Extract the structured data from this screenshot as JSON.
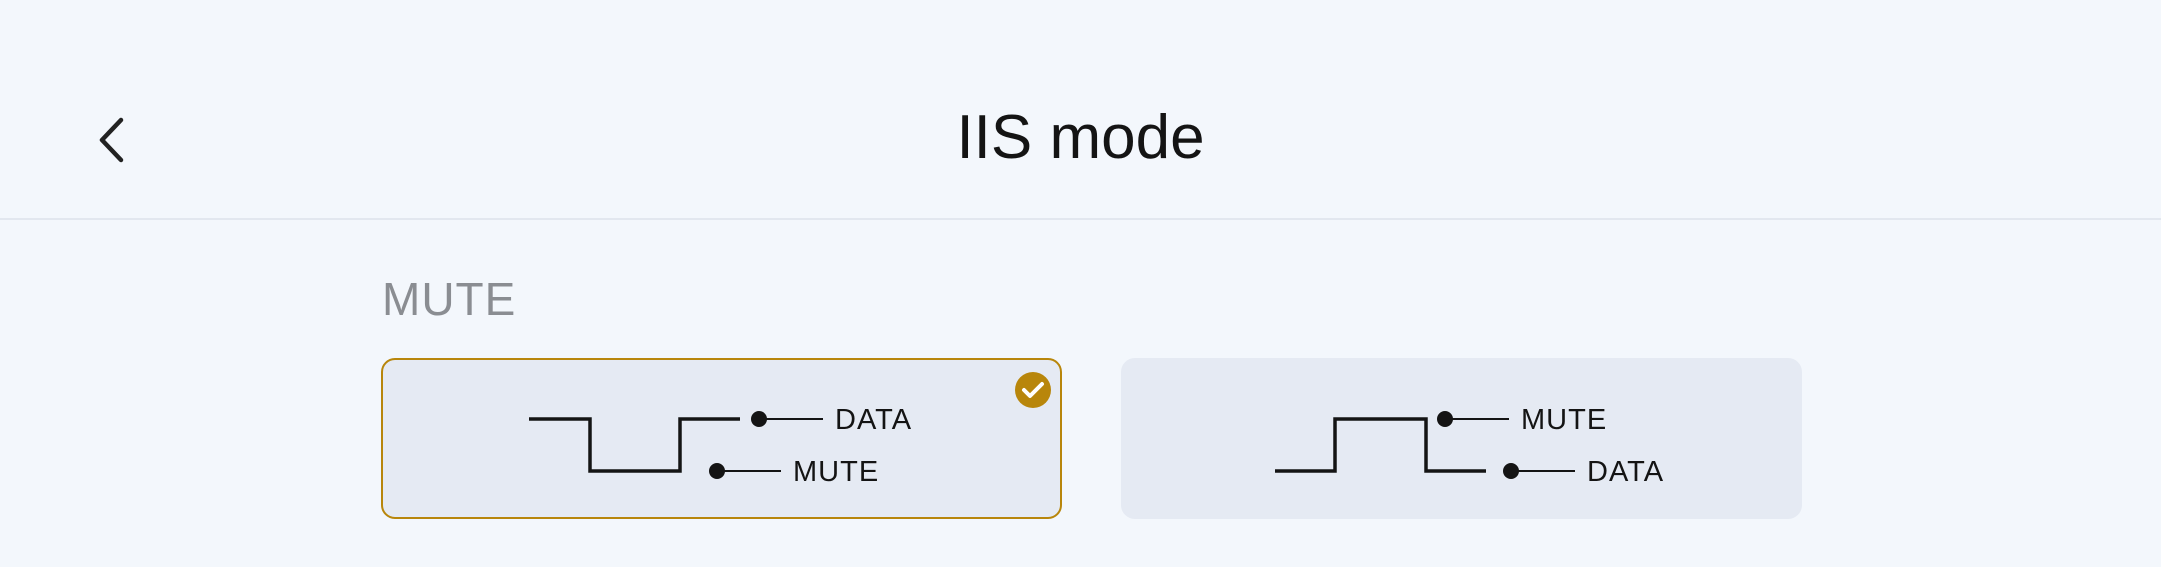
{
  "header": {
    "title": "IIS mode",
    "back_icon": "chevron-left-icon"
  },
  "section": {
    "label": "MUTE"
  },
  "options": [
    {
      "selected": true,
      "top_label": "DATA",
      "bottom_label": "MUTE"
    },
    {
      "selected": false,
      "top_label": "MUTE",
      "bottom_label": "DATA"
    }
  ],
  "colors": {
    "accent": "#b8860b",
    "card_bg": "#e5eaf3",
    "page_bg": "#f3f7fc"
  }
}
